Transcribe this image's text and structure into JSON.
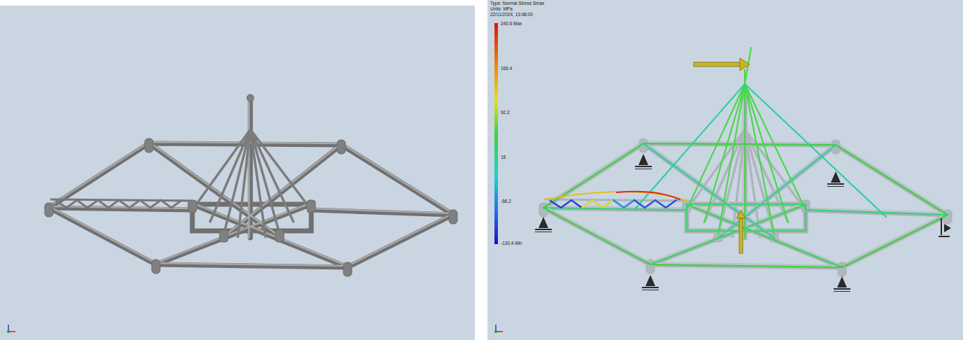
{
  "diagram": {
    "labels": [
      "Type: Normal Stress Smax",
      "Units: MPa",
      "22/11/2024, 13:48:00",
      "240.6 Max",
      "166.4",
      "92.2",
      "18",
      "-56.2",
      "-130.4 Min"
    ]
  }
}
